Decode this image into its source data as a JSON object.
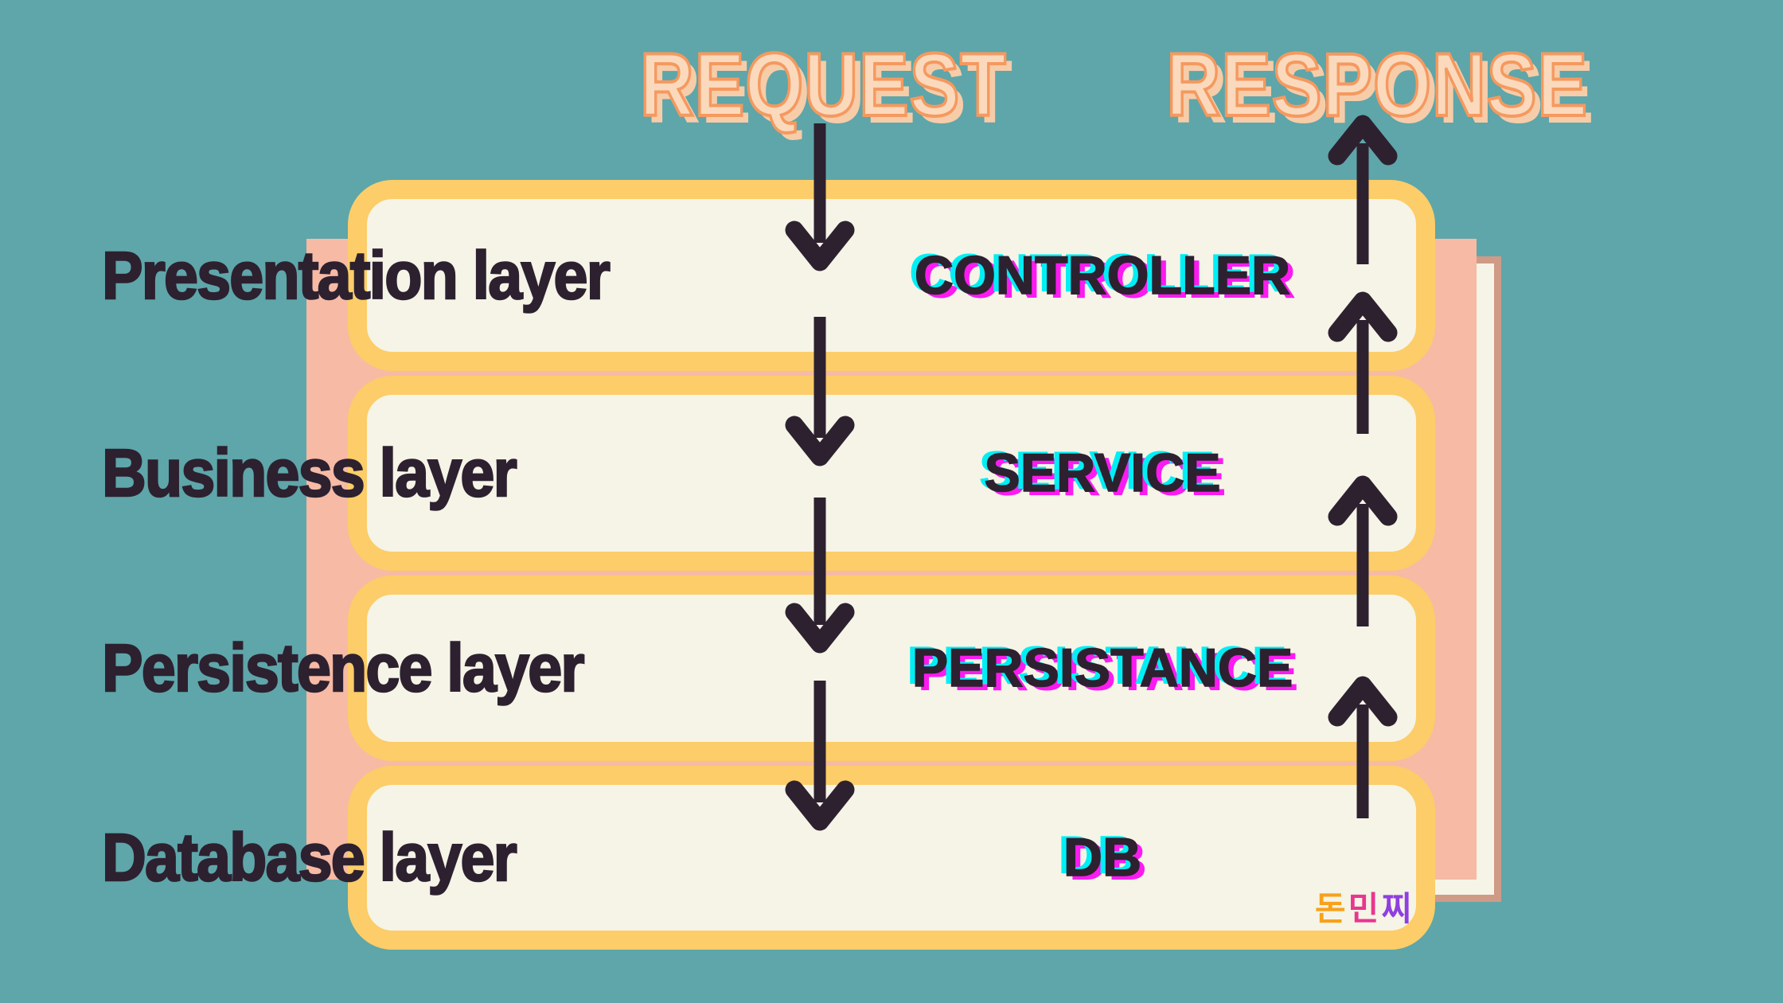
{
  "flow": {
    "request_label": "REQUEST",
    "response_label": "RESPONSE"
  },
  "layers": [
    {
      "name": "Presentation layer",
      "component": "CONTROLLER"
    },
    {
      "name": "Business layer",
      "component": "SERVICE"
    },
    {
      "name": "Persistence layer",
      "component": "PERSISTANCE"
    },
    {
      "name": "Database layer",
      "component": "DB"
    }
  ],
  "watermark": {
    "text": "돈민찌",
    "chars": [
      "돈",
      "민",
      "찌"
    ],
    "char_colors": [
      "#F8A11B",
      "#E8368F",
      "#8F3FE0"
    ]
  },
  "colors": {
    "bg": "#5EA6A9",
    "card-border": "#FCCD68",
    "card-fill": "#F5F4E7",
    "backdrop-pink": "#F6BAA5",
    "sheet-border": "#CF9A86",
    "sheet-fill": "#F5F4E7",
    "ink": "#2D2130",
    "glitch-cyan": "#00EFF5",
    "glitch-magenta": "#FB1BF0",
    "heading-fill": "#FBD9BC",
    "heading-outline": "#F5995F",
    "heading-shadow": "#F6CCA9"
  }
}
